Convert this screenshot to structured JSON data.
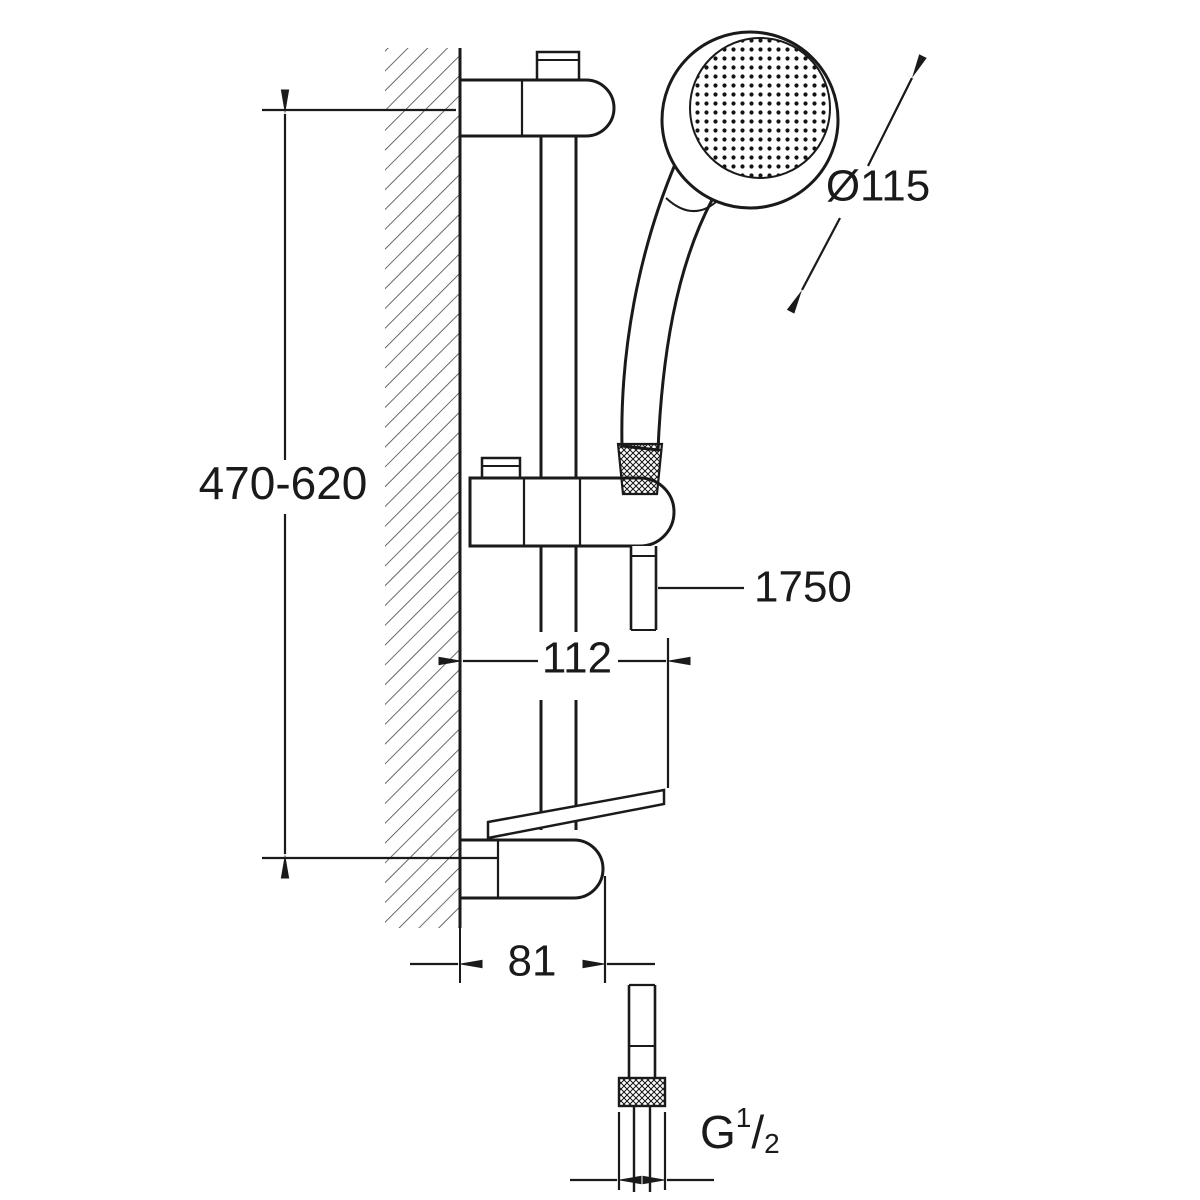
{
  "drawing": {
    "type": "technical-dimension-drawing",
    "colors": {
      "line": "#1a1a1a",
      "background": "#ffffff"
    },
    "dimensions": {
      "rail_height": "470-620",
      "head_diameter": "Ø115",
      "hose_length": "1750",
      "holder_offset": "112",
      "bracket_offset": "81",
      "thread": {
        "prefix": "G",
        "sup": "1",
        "slash": "/",
        "sub": "2"
      }
    }
  }
}
